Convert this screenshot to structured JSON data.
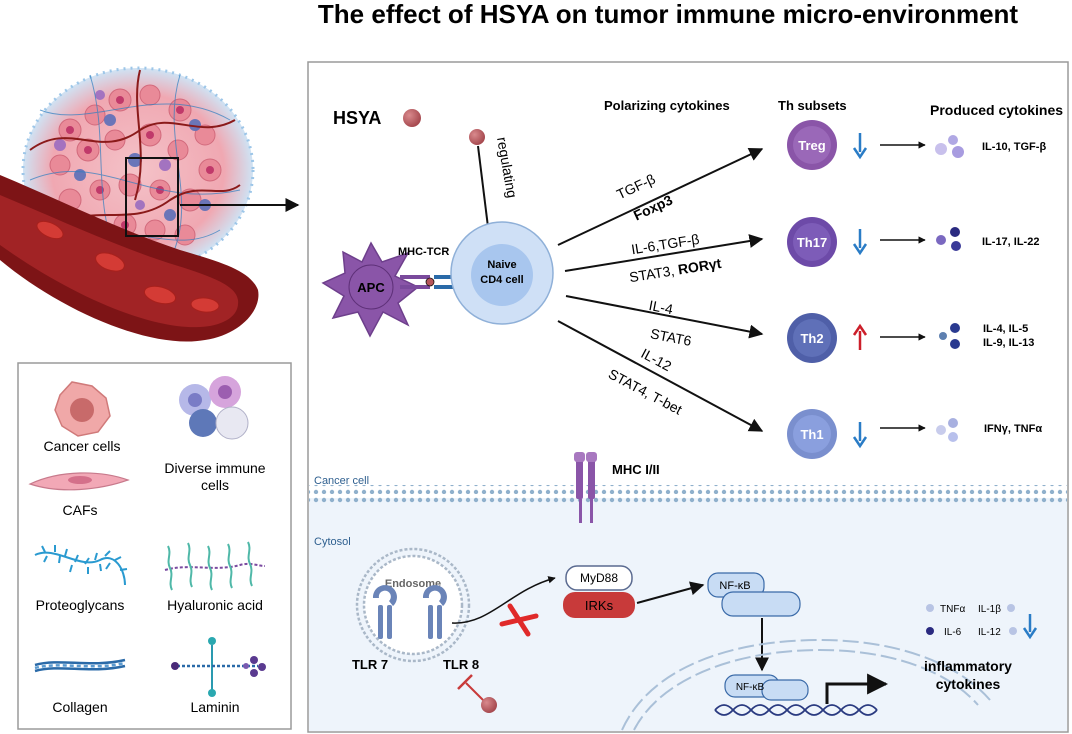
{
  "title": "The effect of HSYA on tumor immune micro-environment",
  "hsya_label": "HSYA",
  "regulating_label": "regulating",
  "column_headers": {
    "polarizing": "Polarizing cytokines",
    "subsets": "Th subsets",
    "produced": "Produced cytokines"
  },
  "apc_label": "APC",
  "mhc_tcr_label": "MHC-TCR",
  "naive_label_1": "Naive",
  "naive_label_2": "CD4 cell",
  "pathways": [
    {
      "subset": "Treg",
      "upper": "TGF-β",
      "lower": "Foxp3",
      "lower_bold": "",
      "produced": "IL-10, TGF-β",
      "produced_2": "",
      "trend": "down"
    },
    {
      "subset": "Th17",
      "upper": "IL-6,TGF-β",
      "lower": "STAT3, ",
      "lower_bold": "RORγt",
      "produced": "IL-17, IL-22",
      "produced_2": "",
      "trend": "down"
    },
    {
      "subset": "Th2",
      "upper": "IL-4",
      "lower": "STAT6",
      "lower_bold": "",
      "produced": "IL-4, IL-5",
      "produced_2": "IL-9, IL-13",
      "trend": "up"
    },
    {
      "subset": "Th1",
      "upper": "IL-12",
      "lower": "STAT4, T-bet",
      "lower_bold": "",
      "produced": "IFNγ, TNFα",
      "produced_2": "",
      "trend": "down"
    }
  ],
  "cancer_cell_label": "Cancer cell",
  "mhc_label": "MHC I/II",
  "cytosol_label": "Cytosol",
  "endosome_label": "Endosome",
  "tlr7_label": "TLR 7",
  "tlr8_label": "TLR 8",
  "myd88_label": "MyD88",
  "irks_label": "IRKs",
  "nfkb_label": "NF-κB",
  "nfkb_nucleus_label": "NF-κB",
  "inflammatory_label_1": "inflammatory",
  "inflammatory_label_2": "cytokines",
  "cytokines_small": [
    "TNFα",
    "IL-1β",
    "IL-6",
    "IL-12"
  ],
  "legend": [
    "Cancer cells",
    "Diverse immune cells",
    "CAFs",
    "Proteoglycans",
    "Hyaluronic acid",
    "Collagen",
    "Laminin"
  ],
  "colors": {
    "hsya": "#b5555a",
    "apc": "#8a55a8",
    "naive": "#a8c8ee",
    "treg": "#8a55a8",
    "th17": "#6d4aa8",
    "th2": "#4f5fa8",
    "th1": "#7a8fce",
    "down_arrow": "#2a7cc6",
    "up_arrow": "#cc1f2a",
    "irks": "#c83a3a",
    "nfkb": "#c8dcf4",
    "cytosol": "#eef4fb",
    "membrane": "#8fb0cc"
  }
}
